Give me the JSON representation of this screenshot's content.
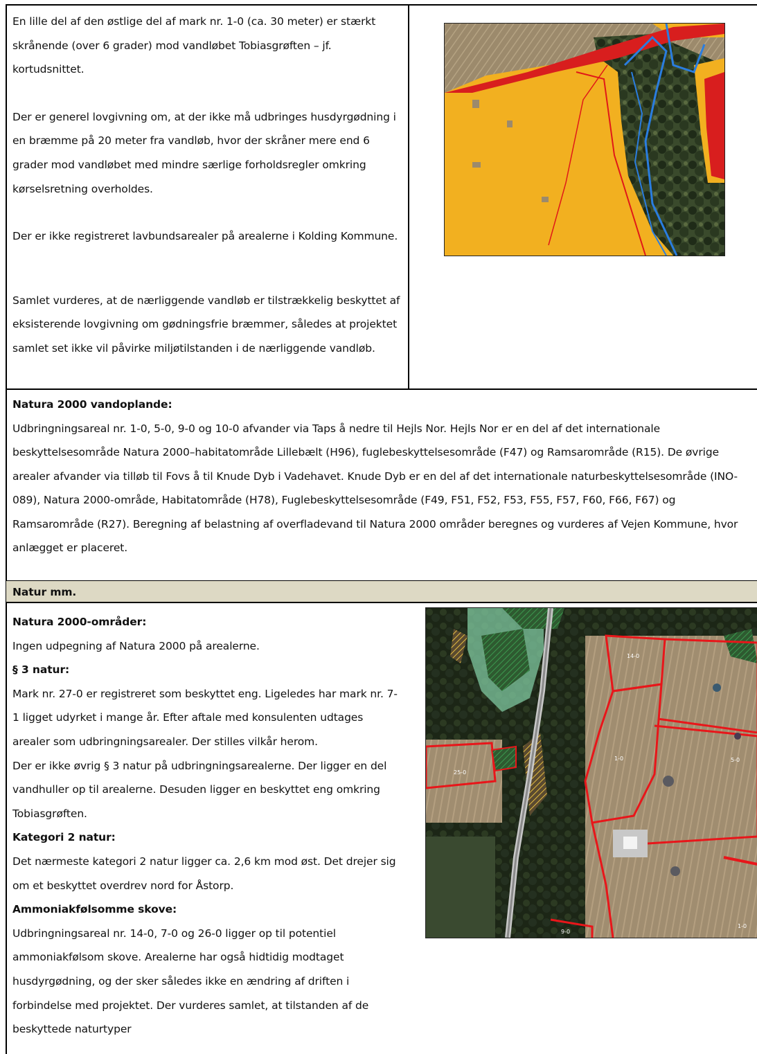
{
  "section1": {
    "paragraphs": [
      "En lille del af den østlige del af mark nr. 1-0 (ca. 30 meter) er stærkt skrånende (over 6 grader) mod vandløbet Tobiasgrøften – jf. kortudsnittet.",
      "Der er generel lovgivning om, at der ikke må udbringes husdyrgødning i en bræmme på 20 meter fra vandløb, hvor der skråner mere end 6 grader mod vandløbet med mindre særlige forholdsregler omkring kørselsretning overholdes.",
      "Der er ikke registreret lavbundsarealer på arealerne i Kolding Kommune.",
      "Samlet vurderes, at de nærliggende vandløb er tilstrækkelig beskyttet af eksisterende lovgivning om gødningsfrie bræmmer, således at projektet samlet set ikke vil påvirke miljøtilstanden i de nærliggende vandløb."
    ]
  },
  "natura_vandoplande": {
    "heading": "Natura 2000 vandoplande:",
    "body": "Udbringningsareal nr. 1-0, 5-0, 9-0 og 10-0 afvander via Taps å nedre til Hejls Nor. Hejls Nor er en del af det internationale beskyttelsesområde Natura 2000–habitatområde Lillebælt (H96), fuglebeskyttelsesområde (F47) og Ramsarområde (R15).  De øvrige arealer afvander via tilløb til Fovs å til Knude Dyb i Vadehavet.  Knude Dyb er en del af det internationale naturbeskyttelsesområde (INO-089), Natura 2000-område, Habitatområde (H78), Fuglebeskyttelsesområde (F49, F51, F52, F53, F55, F57, F60, F66, F67) og Ramsarområde (R27).  Beregning af belastning af overfladevand til Natura 2000 områder beregnes og vurderes af Vejen Kommune, hvor anlægget er placeret."
  },
  "natur_header": "Natur mm.",
  "section3": {
    "h1": "Natura 2000-områder:",
    "p1": "Ingen udpegning af Natura 2000 på arealerne.",
    "h2": "§ 3 natur:",
    "p2": "Mark nr. 27-0 er registreret som beskyttet eng. Ligeledes har mark nr. 7-1 ligget udyrket i mange år. Efter aftale med konsulenten udtages arealer som udbringningsarealer. Der stilles vilkår herom.",
    "p3": "Der er ikke øvrig § 3 natur på udbringningsarealerne. Der ligger en del vandhuller op til arealerne. Desuden ligger en beskyttet eng omkring Tobiasgrøften.",
    "h3": "Kategori 2 natur:",
    "p4": "Det nærmeste kategori 2 natur ligger ca. 2,6 km mod øst. Det drejer sig om et beskyttet overdrev nord for Åstorp.",
    "h4": "Ammoniakfølsomme skove:",
    "p5": "Udbringningsareal nr. 14-0, 7-0 og 26-0 ligger op til potentiel ammoniakfølsom skove. Arealerne har også hidtidig modtaget husdyrgødning, og der sker således ikke en ændring af driften i forbindelse med projektet. Der vurderes samlet, at tilstanden af de beskyttede naturtyper"
  },
  "map2_labels": [
    "14-0",
    "1-0",
    "5-0",
    "25-0",
    "9-0",
    "1-0"
  ],
  "colors": {
    "header_band": "#ddd9c4",
    "slope_orange": "#f2b020",
    "slope_red": "#d81e1e",
    "stream_blue": "#2a7de0",
    "field_red": "#e8161a"
  }
}
